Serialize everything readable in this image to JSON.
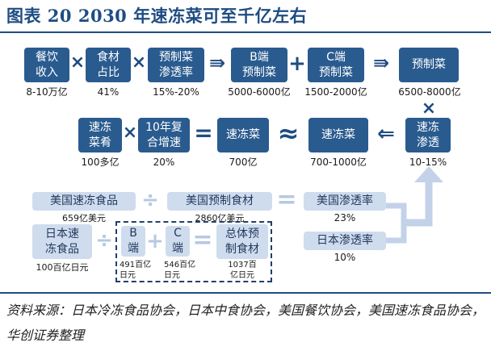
{
  "title": "图表 20   2030 年速冻菜可至千亿左右",
  "source": "资料来源：日本冷冻食品协会，日本中食协会，美国餐饮协会，美国速冻食品协会，华创证券整理",
  "row1": {
    "boxes": [
      "餐饮\n收入",
      "食材\n占比",
      "预制菜\n渗透率",
      "B端\n预制菜",
      "C端\n预制菜",
      "预制菜"
    ],
    "values": [
      "8-10万亿",
      "41%",
      "15%-20%",
      "5000-6000亿",
      "1500-2000亿",
      "6500-8000亿"
    ],
    "ops": [
      "×",
      "×",
      "⇛",
      "+",
      "⇛"
    ]
  },
  "row2": {
    "boxes": [
      "速冻\n菜肴",
      "10年复\n合增速",
      "速冻菜",
      "速冻菜",
      "速冻\n渗透"
    ],
    "values": [
      "100多亿",
      "20%",
      "700亿",
      "700-1000亿",
      "10-15%"
    ],
    "ops": [
      "×",
      "=",
      "≈",
      "⇐"
    ]
  },
  "between_op": "×",
  "row3": {
    "boxes": [
      "美国速冻食品",
      "美国预制食材",
      "美国渗透率"
    ],
    "values": [
      "659亿美元",
      "2860亿美元",
      "23%"
    ],
    "ops": [
      "÷",
      "="
    ]
  },
  "row4": {
    "boxes": [
      "日本速\n冻食品",
      "B\n端",
      "C\n端",
      "总体预\n制食材",
      "日本渗透率"
    ],
    "values": [
      "100百亿日元",
      "491百亿\n日元",
      "546百亿\n日元",
      "1037百\n亿日元",
      "10%"
    ],
    "ops": [
      "÷",
      "+",
      "="
    ]
  }
}
